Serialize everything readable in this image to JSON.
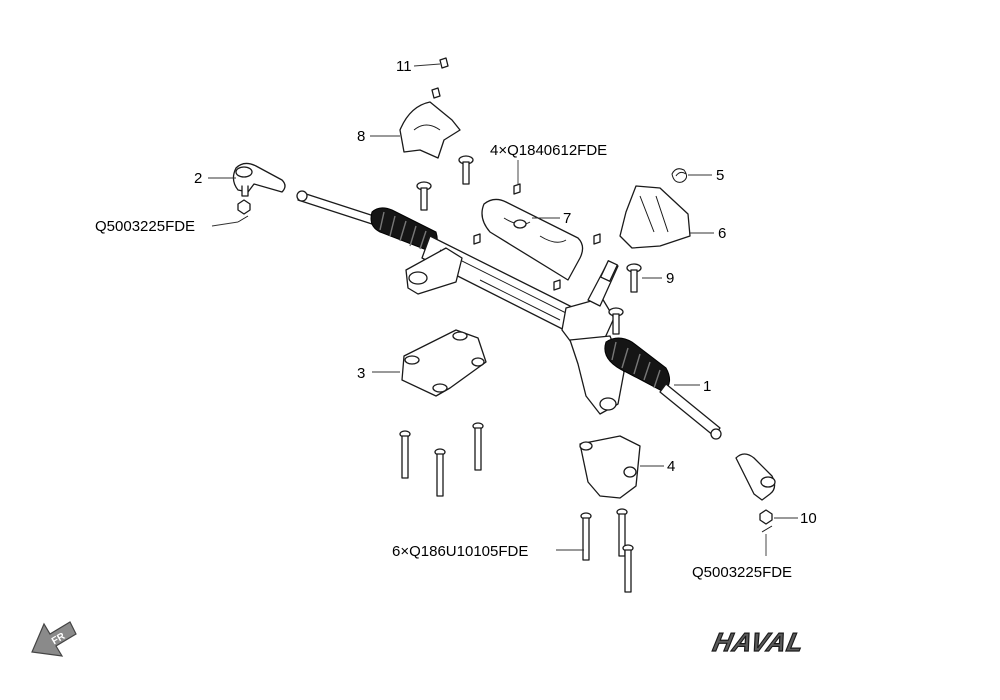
{
  "callouts": {
    "c1": "1",
    "c2": "2",
    "c3": "3",
    "c4": "4",
    "c5": "5",
    "c6": "6",
    "c7": "7",
    "c8": "8",
    "c9": "9",
    "c10": "10",
    "c11": "11"
  },
  "part_codes": {
    "bolts_top": "4×Q1840612FDE",
    "tie_rod_left": "Q5003225FDE",
    "tie_rod_right": "Q5003225FDE",
    "bolts_bottom": "6×Q186U10105FDE"
  },
  "orientation": {
    "label": "FR"
  },
  "brand": {
    "logo": "HAVAL"
  }
}
